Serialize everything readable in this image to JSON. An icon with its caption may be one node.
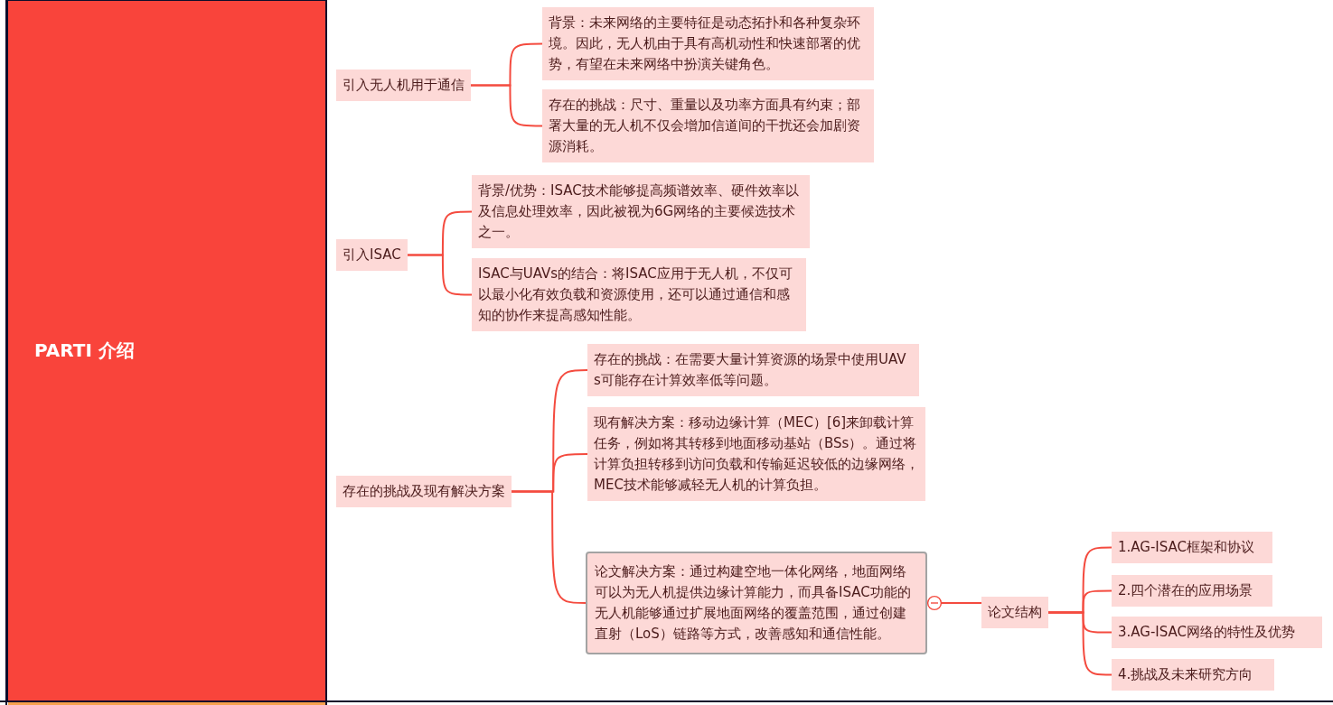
{
  "diagram": {
    "nodes": [
      {
        "text": [
          "PARTI 介绍"
        ]
      },
      {
        "text": [
          "引入无人机用于通信"
        ]
      },
      {
        "text": [
          "背景：未来网络的主要特征是动态拓扑和各种复杂环境。因此，无人机由于具有高机动性和快速部署的优势，有望在未来网络中扮演关键角色。"
        ]
      },
      {
        "text": [
          "存在的挑战：尺寸、重量以及功率方面具有约束；部署大量的无人机不仅会增加信道间的干扰还会加剧资源消耗。"
        ]
      },
      {
        "text": [
          "引入ISAC"
        ]
      },
      {
        "text": [
          "背景/优势：ISAC技术能够提高频谱效率、硬件效率以及信息处理效率，因此被视为6G网络的主要候选技术之一。"
        ]
      },
      {
        "text": [
          "ISAC与UAVs的结合：将ISAC应用于无人机，不仅可以最小化有效负载和资源使用，还可以通过通信和感知的协作来提高感知性能。"
        ]
      },
      {
        "text": [
          "存在的挑战及现有解决方案"
        ]
      },
      {
        "text": [
          "存在的挑战：在需要大量计算资源的场景中使用UAVs可能存在计算效率低等问题。"
        ]
      },
      {
        "text": [
          "现有解决方案：移动边缘计算（MEC）[6]来卸载计算任务，例如将其转移到地面移动基站（BSs）。通过将计算负担转移到访问负载和传输延迟较低的边缘网络，MEC技术能够减轻无人机的计算负担。"
        ]
      },
      {
        "text": [
          "论文解决方案：通过构建空地一体化网络，地面网络可以为无人机提供边缘计算能力，而具备ISAC功能的无人机能够通过扩展地面网络的覆盖范围，通过创建直射（LoS）链路等方式，改善感知和通信性能。"
        ]
      },
      {
        "text": [
          "论文结构"
        ]
      },
      {
        "text": [
          "1.AG-ISAC框架和协议"
        ]
      },
      {
        "text": [
          "2.四个潜在的应用场景"
        ]
      },
      {
        "text": [
          "3.AG-ISAC网络的特性及优势"
        ]
      },
      {
        "text": [
          "4.挑战及未来研究方向"
        ]
      }
    ],
    "edges": [
      {
        "from": 1,
        "to": 2,
        "arrow": "none"
      },
      {
        "from": 1,
        "to": 3,
        "arrow": "none"
      },
      {
        "from": 4,
        "to": 5,
        "arrow": "none"
      },
      {
        "from": 4,
        "to": 6,
        "arrow": "none"
      },
      {
        "from": 7,
        "to": 8,
        "arrow": "none"
      },
      {
        "from": 7,
        "to": 9,
        "arrow": "none"
      },
      {
        "from": 7,
        "to": 10,
        "arrow": "none"
      },
      {
        "from": 10,
        "to": 11,
        "arrow": "other"
      },
      {
        "from": 11,
        "to": 12,
        "arrow": "none"
      },
      {
        "from": 11,
        "to": 13,
        "arrow": "none"
      },
      {
        "from": 11,
        "to": 14,
        "arrow": "none"
      },
      {
        "from": 11,
        "to": 15,
        "arrow": "none"
      }
    ]
  }
}
